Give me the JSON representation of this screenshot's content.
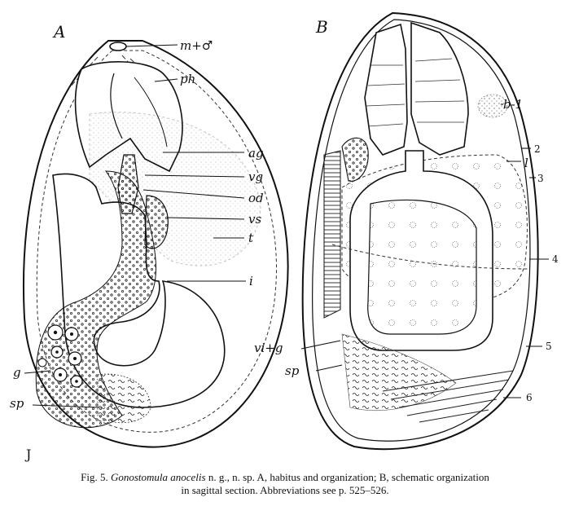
{
  "panels": {
    "a": "A",
    "b": "B"
  },
  "labels_a": {
    "m_g": "m+♂",
    "ph": "ph",
    "ag": "ag",
    "vg": "vg",
    "od": "od",
    "vs": "vs",
    "t": "t",
    "i": "i",
    "g": "g",
    "sp": "sp"
  },
  "labels_b": {
    "b1": "b-1",
    "n2": "2",
    "l": "l",
    "n3": "3",
    "n4": "4",
    "vig": "vi+g",
    "sp": "sp",
    "n5": "5",
    "n6": "6"
  },
  "corner_mark": "J",
  "caption": {
    "prefix": "Fig. 5.",
    "species": "Gonostomula anocelis",
    "rest_line1": "n. g., n. sp. A, habitus and organization; B, schematic organization",
    "line2": "in sagittal section. Abbreviations see p. 525–526."
  }
}
